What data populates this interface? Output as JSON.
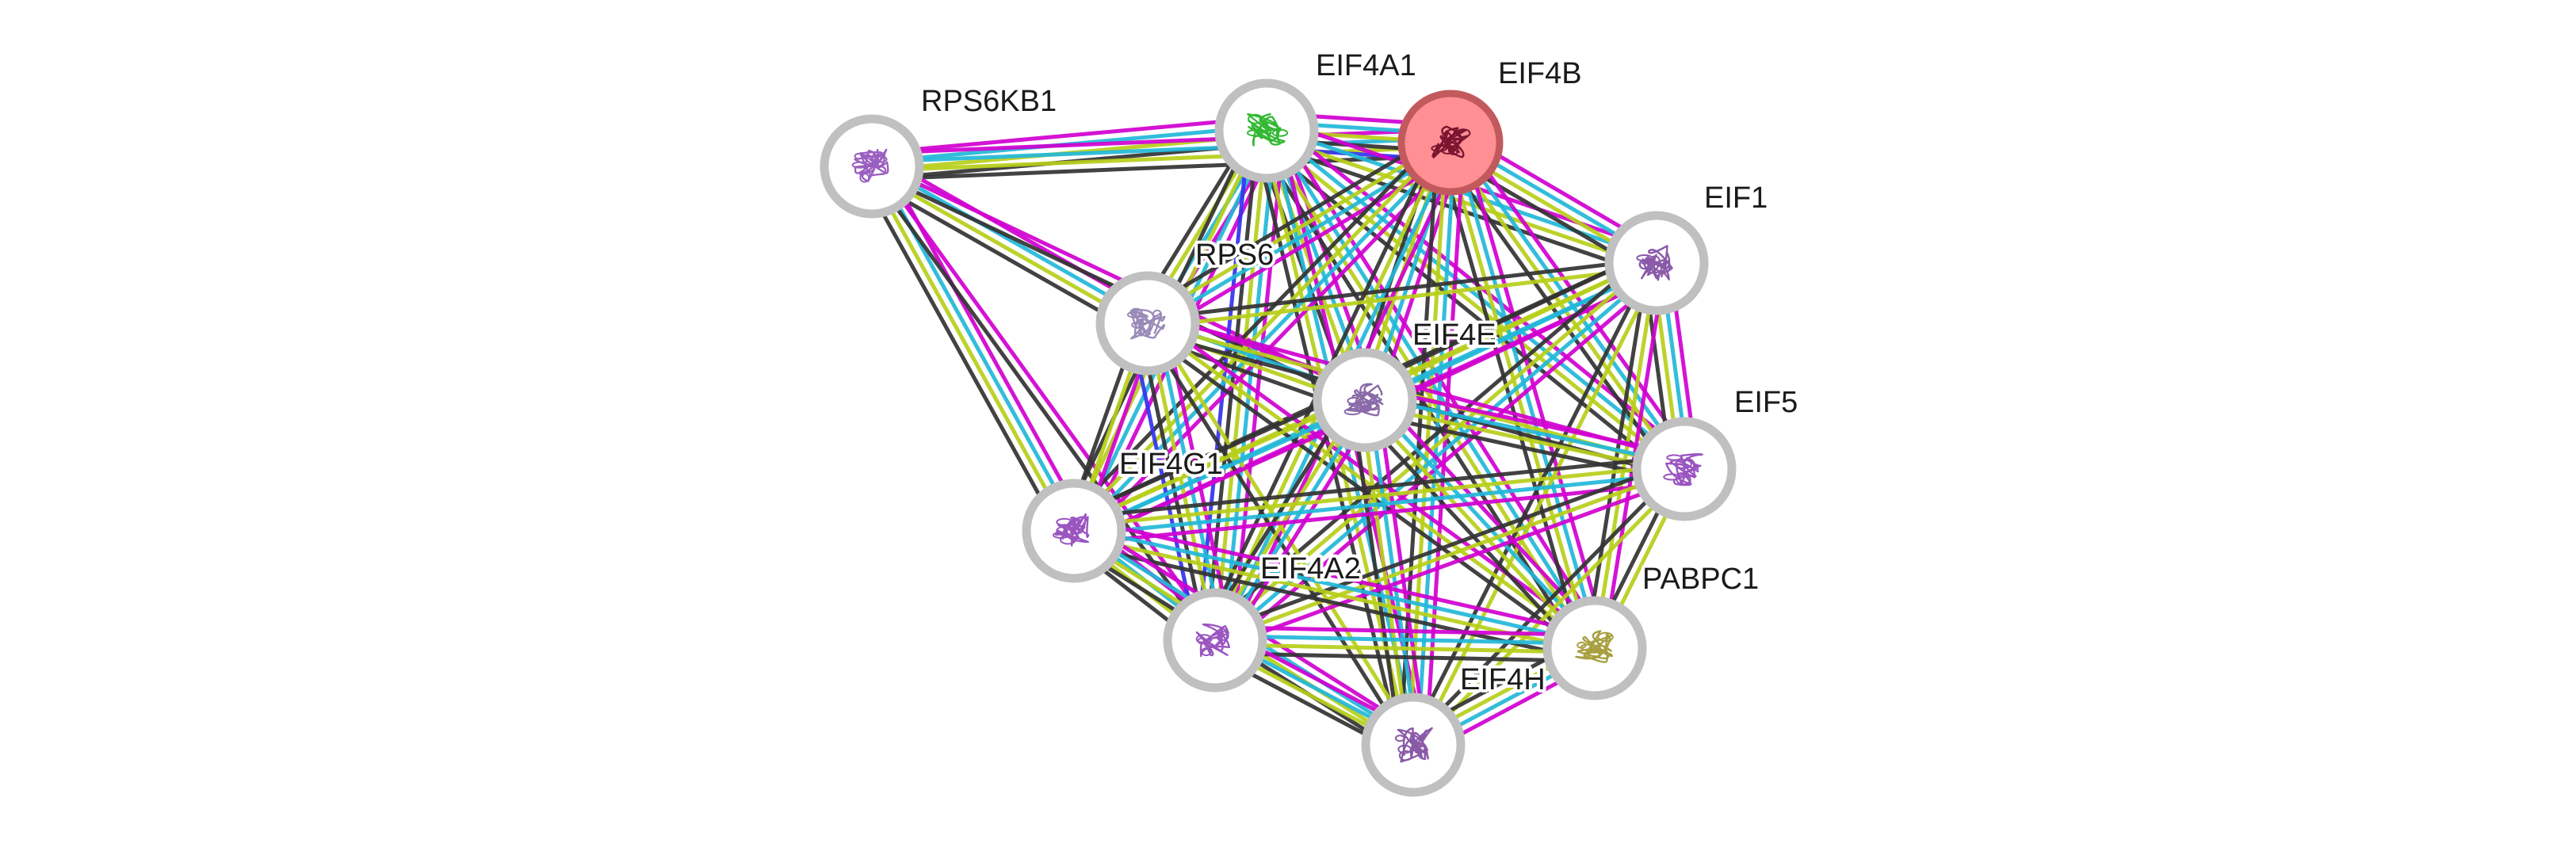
{
  "network": {
    "query_protein": "EIF4B",
    "evidence_colors": {
      "experiments": "#d100d1",
      "databases": "#22b8d9",
      "textmining": "#b8cf1a",
      "coexpression": "#333333",
      "homology": "#3333ee"
    },
    "nodes": [
      {
        "id": "EIF4B",
        "label": "EIF4B",
        "query": true,
        "structure_color": "#7a1530",
        "icon": "protein-structure-icon"
      },
      {
        "id": "EIF4A1",
        "label": "EIF4A1",
        "query": false,
        "structure_color": "#34b834",
        "icon": "protein-structure-icon"
      },
      {
        "id": "RPS6KB1",
        "label": "RPS6KB1",
        "query": false,
        "structure_color": "#9a5fc0",
        "icon": "protein-structure-icon"
      },
      {
        "id": "EIF1",
        "label": "EIF1",
        "query": false,
        "structure_color": "#8a5aa8",
        "icon": "protein-structure-icon"
      },
      {
        "id": "RPS6",
        "label": "RPS6",
        "query": false,
        "structure_color": "#9a8ab8",
        "icon": "protein-structure-icon"
      },
      {
        "id": "EIF4E",
        "label": "EIF4E",
        "query": false,
        "structure_color": "#8a6aa8",
        "icon": "protein-structure-icon"
      },
      {
        "id": "EIF5",
        "label": "EIF5",
        "query": false,
        "structure_color": "#9a55c0",
        "icon": "protein-structure-icon"
      },
      {
        "id": "EIF4G1",
        "label": "EIF4G1",
        "query": false,
        "structure_color": "#9a55c0",
        "icon": "protein-structure-icon"
      },
      {
        "id": "EIF4A2",
        "label": "EIF4A2",
        "query": false,
        "structure_color": "#9a55c0",
        "icon": "protein-structure-icon"
      },
      {
        "id": "PABPC1",
        "label": "PABPC1",
        "query": false,
        "structure_color": "#a8a040",
        "icon": "protein-structure-icon"
      },
      {
        "id": "EIF4H",
        "label": "EIF4H",
        "query": false,
        "structure_color": "#8a5aa8",
        "icon": "protein-structure-icon"
      }
    ],
    "edges": [
      {
        "source": "RPS6KB1",
        "target": "EIF4A1",
        "evidence": [
          "experiments",
          "databases",
          "textmining",
          "coexpression"
        ]
      },
      {
        "source": "RPS6KB1",
        "target": "EIF4B",
        "evidence": [
          "experiments",
          "databases",
          "textmining",
          "coexpression"
        ]
      },
      {
        "source": "RPS6KB1",
        "target": "RPS6",
        "evidence": [
          "experiments",
          "databases",
          "textmining",
          "coexpression"
        ]
      },
      {
        "source": "RPS6KB1",
        "target": "EIF4E",
        "evidence": [
          "experiments",
          "coexpression"
        ]
      },
      {
        "source": "RPS6KB1",
        "target": "EIF4G1",
        "evidence": [
          "experiments",
          "databases",
          "textmining",
          "coexpression"
        ]
      },
      {
        "source": "RPS6KB1",
        "target": "EIF4A2",
        "evidence": [
          "experiments",
          "coexpression"
        ]
      },
      {
        "source": "EIF4A1",
        "target": "EIF4B",
        "evidence": [
          "experiments",
          "databases",
          "textmining",
          "coexpression",
          "homology"
        ]
      },
      {
        "source": "EIF4A1",
        "target": "EIF1",
        "evidence": [
          "experiments",
          "databases",
          "textmining",
          "coexpression"
        ]
      },
      {
        "source": "EIF4A1",
        "target": "RPS6",
        "evidence": [
          "experiments",
          "databases",
          "textmining",
          "coexpression"
        ]
      },
      {
        "source": "EIF4A1",
        "target": "EIF4E",
        "evidence": [
          "experiments",
          "databases",
          "textmining",
          "coexpression"
        ]
      },
      {
        "source": "EIF4A1",
        "target": "EIF5",
        "evidence": [
          "experiments",
          "databases",
          "textmining",
          "coexpression"
        ]
      },
      {
        "source": "EIF4A1",
        "target": "EIF4G1",
        "evidence": [
          "experiments",
          "databases",
          "textmining",
          "coexpression"
        ]
      },
      {
        "source": "EIF4A1",
        "target": "EIF4A2",
        "evidence": [
          "experiments",
          "databases",
          "textmining",
          "coexpression",
          "homology"
        ]
      },
      {
        "source": "EIF4A1",
        "target": "PABPC1",
        "evidence": [
          "experiments",
          "databases",
          "textmining",
          "coexpression"
        ]
      },
      {
        "source": "EIF4A1",
        "target": "EIF4H",
        "evidence": [
          "experiments",
          "databases",
          "textmining",
          "coexpression"
        ]
      },
      {
        "source": "EIF4B",
        "target": "EIF1",
        "evidence": [
          "experiments",
          "databases",
          "textmining",
          "coexpression"
        ]
      },
      {
        "source": "EIF4B",
        "target": "RPS6",
        "evidence": [
          "experiments",
          "databases",
          "textmining",
          "coexpression"
        ]
      },
      {
        "source": "EIF4B",
        "target": "EIF4E",
        "evidence": [
          "experiments",
          "databases",
          "textmining",
          "coexpression"
        ]
      },
      {
        "source": "EIF4B",
        "target": "EIF5",
        "evidence": [
          "experiments",
          "databases",
          "textmining",
          "coexpression"
        ]
      },
      {
        "source": "EIF4B",
        "target": "EIF4G1",
        "evidence": [
          "experiments",
          "databases",
          "textmining",
          "coexpression"
        ]
      },
      {
        "source": "EIF4B",
        "target": "EIF4A2",
        "evidence": [
          "experiments",
          "databases",
          "textmining",
          "coexpression"
        ]
      },
      {
        "source": "EIF4B",
        "target": "PABPC1",
        "evidence": [
          "experiments",
          "databases",
          "textmining",
          "coexpression"
        ]
      },
      {
        "source": "EIF4B",
        "target": "EIF4H",
        "evidence": [
          "experiments",
          "databases",
          "textmining",
          "coexpression"
        ]
      },
      {
        "source": "EIF1",
        "target": "RPS6",
        "evidence": [
          "textmining",
          "coexpression"
        ]
      },
      {
        "source": "EIF1",
        "target": "EIF4E",
        "evidence": [
          "experiments",
          "databases",
          "textmining",
          "coexpression"
        ]
      },
      {
        "source": "EIF1",
        "target": "EIF5",
        "evidence": [
          "experiments",
          "databases",
          "textmining",
          "coexpression"
        ]
      },
      {
        "source": "EIF1",
        "target": "EIF4G1",
        "evidence": [
          "experiments",
          "databases",
          "textmining",
          "coexpression"
        ]
      },
      {
        "source": "EIF1",
        "target": "EIF4A2",
        "evidence": [
          "experiments",
          "databases",
          "textmining",
          "coexpression"
        ]
      },
      {
        "source": "EIF1",
        "target": "PABPC1",
        "evidence": [
          "experiments",
          "textmining",
          "coexpression"
        ]
      },
      {
        "source": "EIF1",
        "target": "EIF4H",
        "evidence": [
          "textmining",
          "coexpression"
        ]
      },
      {
        "source": "RPS6",
        "target": "EIF4E",
        "evidence": [
          "experiments",
          "databases",
          "textmining",
          "coexpression"
        ]
      },
      {
        "source": "RPS6",
        "target": "EIF5",
        "evidence": [
          "experiments",
          "textmining",
          "coexpression"
        ]
      },
      {
        "source": "RPS6",
        "target": "EIF4G1",
        "evidence": [
          "experiments",
          "textmining",
          "coexpression"
        ]
      },
      {
        "source": "RPS6",
        "target": "EIF4A2",
        "evidence": [
          "experiments",
          "databases",
          "textmining",
          "coexpression",
          "homology"
        ]
      },
      {
        "source": "RPS6",
        "target": "PABPC1",
        "evidence": [
          "experiments",
          "textmining",
          "coexpression"
        ]
      },
      {
        "source": "RPS6",
        "target": "EIF4H",
        "evidence": [
          "textmining",
          "coexpression"
        ]
      },
      {
        "source": "EIF4E",
        "target": "EIF5",
        "evidence": [
          "experiments",
          "databases",
          "textmining",
          "coexpression"
        ]
      },
      {
        "source": "EIF4E",
        "target": "EIF4G1",
        "evidence": [
          "experiments",
          "databases",
          "textmining",
          "coexpression"
        ]
      },
      {
        "source": "EIF4E",
        "target": "EIF4A2",
        "evidence": [
          "experiments",
          "databases",
          "textmining",
          "coexpression"
        ]
      },
      {
        "source": "EIF4E",
        "target": "PABPC1",
        "evidence": [
          "experiments",
          "databases",
          "textmining",
          "coexpression"
        ]
      },
      {
        "source": "EIF4E",
        "target": "EIF4H",
        "evidence": [
          "experiments",
          "databases",
          "textmining",
          "coexpression"
        ]
      },
      {
        "source": "EIF5",
        "target": "EIF4G1",
        "evidence": [
          "experiments",
          "databases",
          "textmining",
          "coexpression"
        ]
      },
      {
        "source": "EIF5",
        "target": "EIF4A2",
        "evidence": [
          "experiments",
          "textmining",
          "coexpression"
        ]
      },
      {
        "source": "EIF5",
        "target": "PABPC1",
        "evidence": [
          "textmining",
          "coexpression"
        ]
      },
      {
        "source": "EIF5",
        "target": "EIF4H",
        "evidence": [
          "textmining",
          "coexpression"
        ]
      },
      {
        "source": "EIF4G1",
        "target": "EIF4A2",
        "evidence": [
          "experiments",
          "databases",
          "textmining",
          "coexpression"
        ]
      },
      {
        "source": "EIF4G1",
        "target": "PABPC1",
        "evidence": [
          "experiments",
          "databases",
          "textmining",
          "coexpression"
        ]
      },
      {
        "source": "EIF4G1",
        "target": "EIF4H",
        "evidence": [
          "experiments",
          "databases",
          "textmining",
          "coexpression"
        ]
      },
      {
        "source": "EIF4A2",
        "target": "PABPC1",
        "evidence": [
          "experiments",
          "databases",
          "textmining",
          "coexpression"
        ]
      },
      {
        "source": "EIF4A2",
        "target": "EIF4H",
        "evidence": [
          "experiments",
          "databases",
          "textmining",
          "coexpression"
        ]
      },
      {
        "source": "PABPC1",
        "target": "EIF4H",
        "evidence": [
          "experiments",
          "databases",
          "textmining",
          "coexpression"
        ]
      }
    ]
  }
}
